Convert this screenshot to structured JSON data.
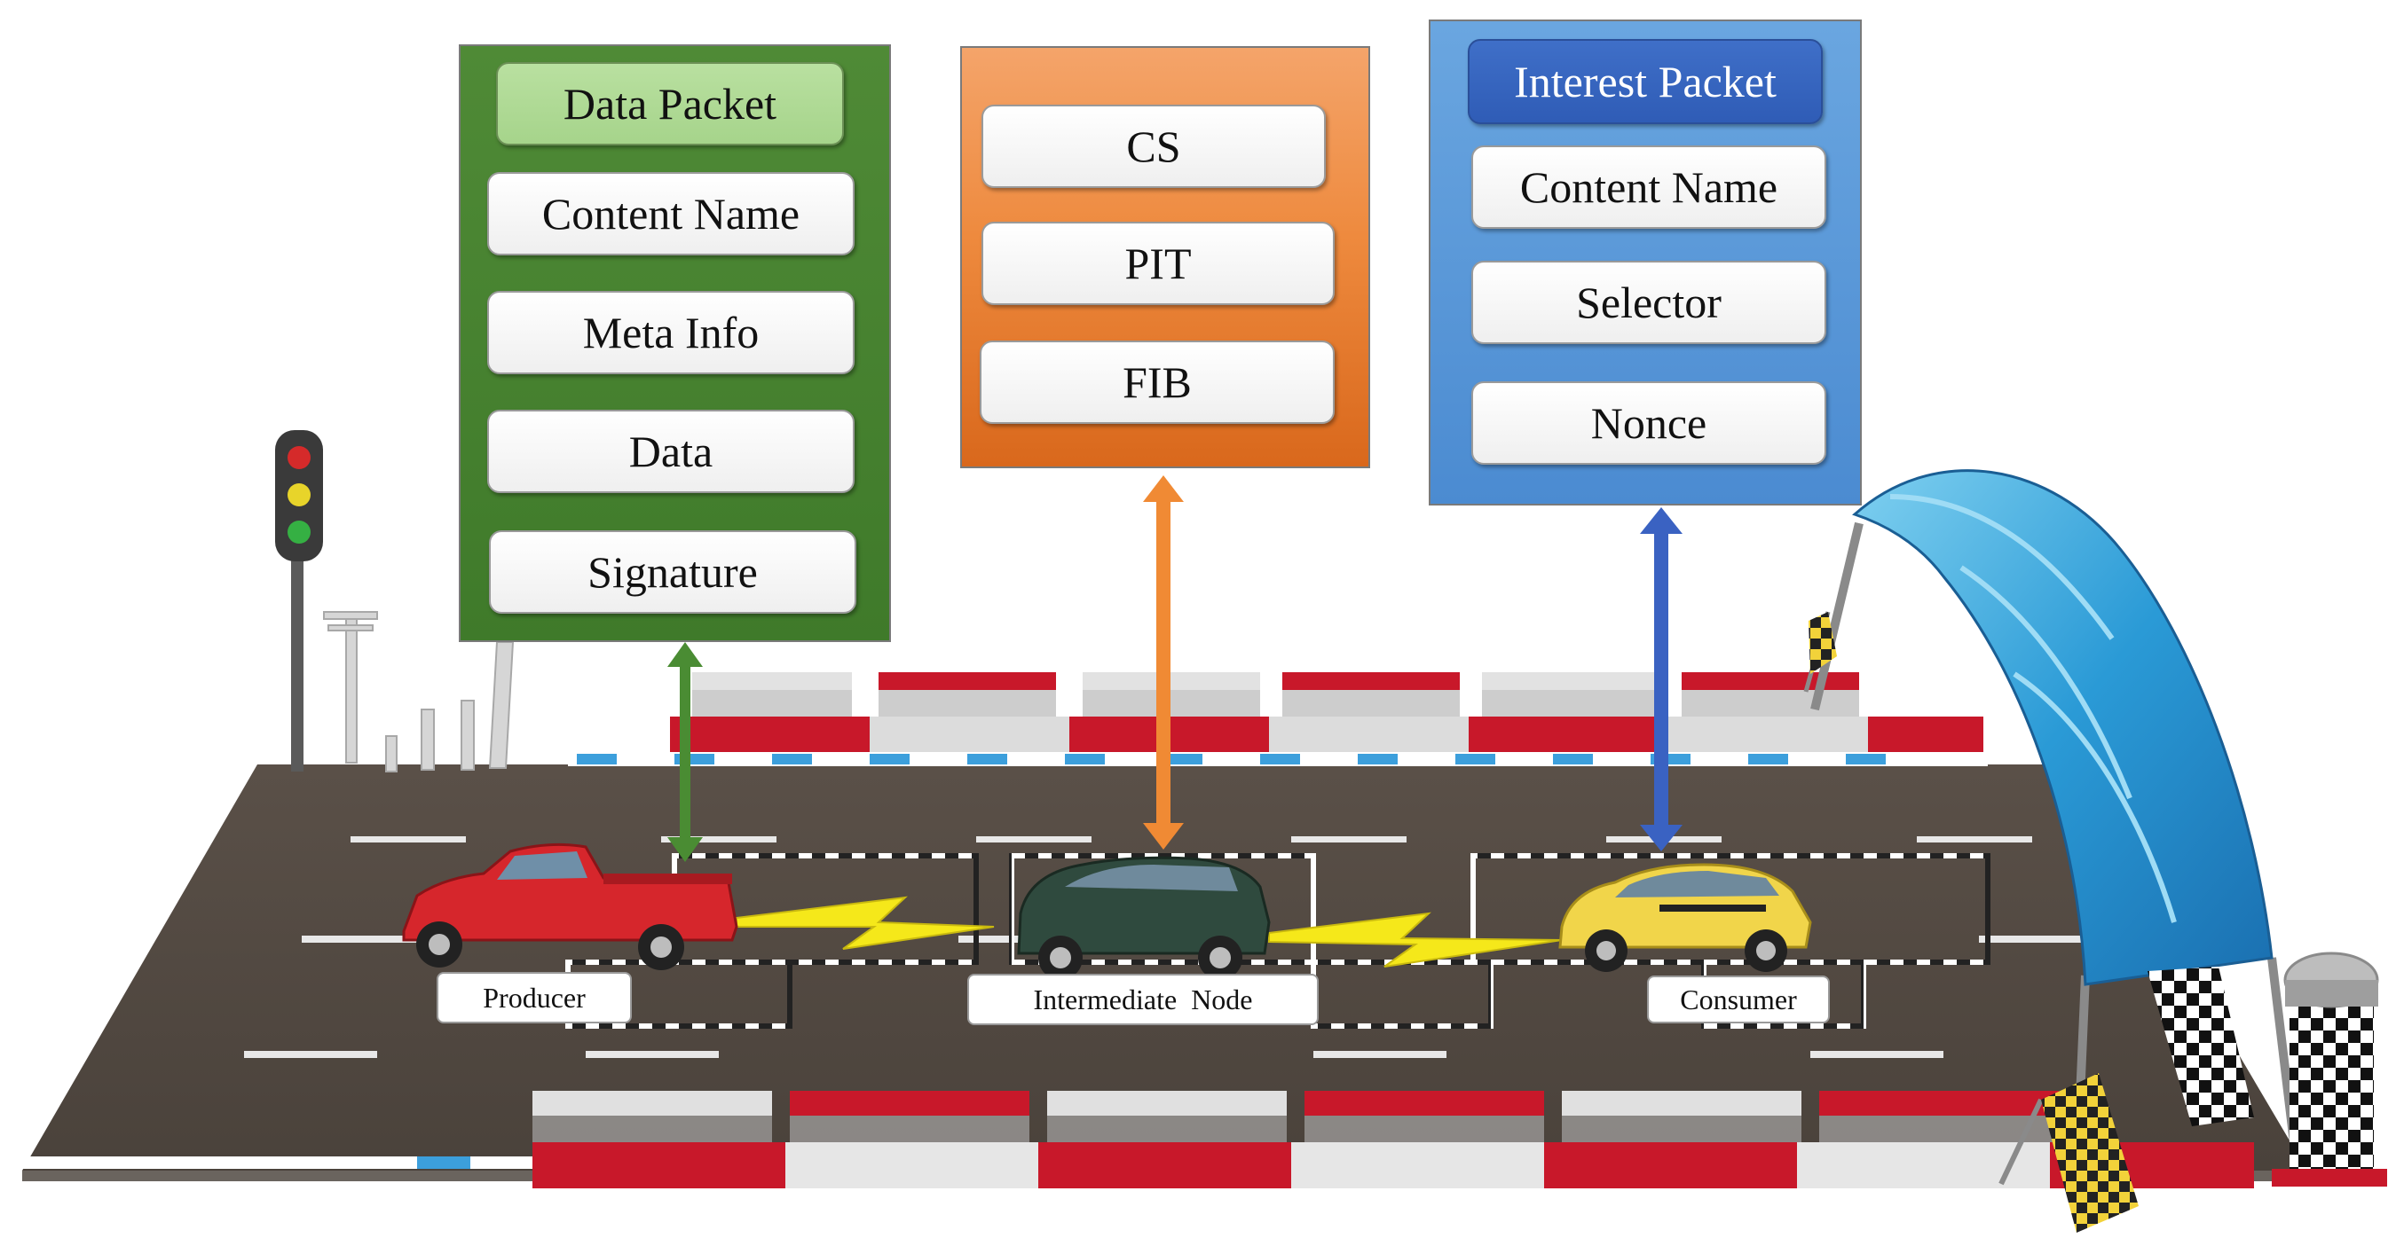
{
  "data_packet": {
    "title": "Data Packet",
    "fields": [
      "Content Name",
      "Meta Info",
      "Data",
      "Signature"
    ]
  },
  "node_tables": {
    "fields": [
      "CS",
      "PIT",
      "FIB"
    ]
  },
  "interest_packet": {
    "title": "Interest Packet",
    "fields": [
      "Content Name",
      "Selector",
      "Nonce"
    ]
  },
  "vehicles": {
    "producer": "Producer",
    "intermediate": "Intermediate  Node",
    "consumer": "Consumer"
  },
  "colors": {
    "data_green": "#3f7a2a",
    "node_orange": "#ee8a3e",
    "interest_blue": "#4b8bd1",
    "arrow_green": "#4a8c33",
    "arrow_orange": "#f08a34",
    "arrow_blue": "#3a62c2",
    "wireless_yellow": "#f5e81a"
  }
}
